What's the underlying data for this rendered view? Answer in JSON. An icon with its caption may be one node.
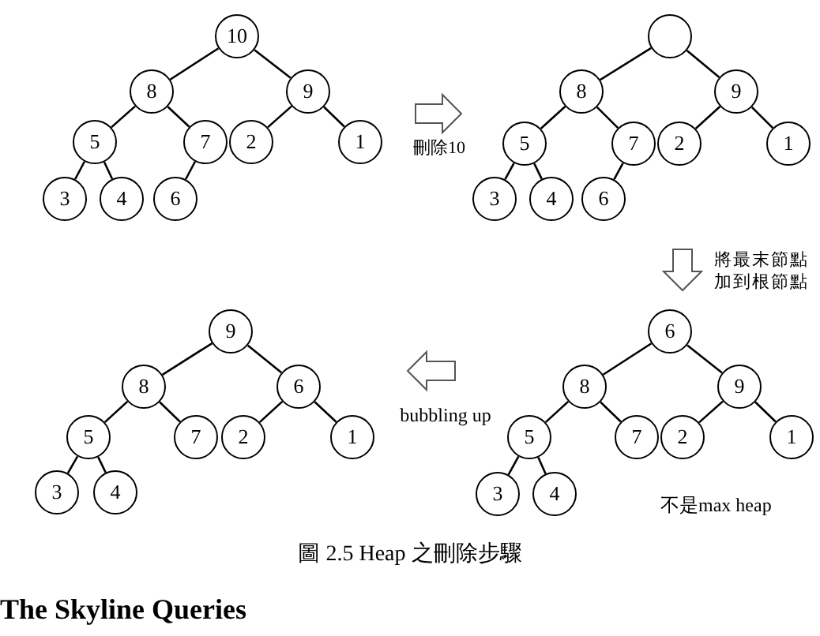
{
  "diagram": {
    "caption": "圖 2.5 Heap 之刪除步驟",
    "nodes": [
      {
        "text": [],
        "shape": "picture"
      },
      {
        "text": [
          "10"
        ],
        "in": 0
      },
      {
        "text": [
          "8"
        ],
        "in": 0
      },
      {
        "text": [
          "9"
        ],
        "in": 0
      },
      {
        "text": [
          "5"
        ],
        "in": 0
      },
      {
        "text": [
          "7"
        ],
        "in": 0
      },
      {
        "text": [
          "2"
        ],
        "in": 0
      },
      {
        "text": [
          "1"
        ],
        "in": 0
      },
      {
        "text": [
          "3"
        ],
        "in": 0
      },
      {
        "text": [
          "4"
        ],
        "in": 0
      },
      {
        "text": [
          "6"
        ],
        "in": 0
      },
      {
        "text": [],
        "shape": "picture"
      },
      {
        "text": [],
        "shape": "circle",
        "in": 11
      },
      {
        "text": [
          "8"
        ],
        "in": 11
      },
      {
        "text": [
          "9"
        ],
        "in": 11
      },
      {
        "text": [
          "5"
        ],
        "in": 11
      },
      {
        "text": [
          "7"
        ],
        "in": 11
      },
      {
        "text": [
          "2"
        ],
        "in": 11
      },
      {
        "text": [
          "1"
        ],
        "in": 11
      },
      {
        "text": [
          "3"
        ],
        "in": 11
      },
      {
        "text": [
          "4"
        ],
        "in": 11
      },
      {
        "text": [
          "6"
        ],
        "in": 11
      },
      {
        "text": [],
        "shape": "picture"
      },
      {
        "text": [
          "9"
        ],
        "in": 22
      },
      {
        "text": [
          "8"
        ],
        "in": 22
      },
      {
        "text": [
          "6"
        ],
        "in": 22
      },
      {
        "text": [
          "5"
        ],
        "in": 22
      },
      {
        "text": [
          "7"
        ],
        "in": 22
      },
      {
        "text": [
          "2"
        ],
        "in": 22
      },
      {
        "text": [
          "1"
        ],
        "in": 22
      },
      {
        "text": [
          "3"
        ],
        "in": 22
      },
      {
        "text": [
          "4"
        ],
        "in": 22
      },
      {
        "text": [],
        "shape": "picture",
        "beside": [
          "不是max heap"
        ]
      },
      {
        "text": [
          "6"
        ],
        "in": 32
      },
      {
        "text": [
          "8"
        ],
        "in": 32
      },
      {
        "text": [
          "9"
        ],
        "in": 32
      },
      {
        "text": [
          "5"
        ],
        "in": 32
      },
      {
        "text": [
          "7"
        ],
        "in": 32
      },
      {
        "text": [
          "2"
        ],
        "in": 32
      },
      {
        "text": [
          "1"
        ],
        "in": 32
      },
      {
        "text": [
          "3"
        ],
        "in": 32
      },
      {
        "text": [
          "4"
        ],
        "in": 32
      }
    ],
    "edges": [
      {
        "from": 1,
        "to": 2,
        "arrow": "none"
      },
      {
        "from": 1,
        "to": 3,
        "arrow": "none"
      },
      {
        "from": 2,
        "to": 4,
        "arrow": "none"
      },
      {
        "from": 2,
        "to": 5,
        "arrow": "none"
      },
      {
        "from": 3,
        "to": 6,
        "arrow": "none"
      },
      {
        "from": 3,
        "to": 7,
        "arrow": "none"
      },
      {
        "from": 4,
        "to": 8,
        "arrow": "none"
      },
      {
        "from": 4,
        "to": 9,
        "arrow": "none"
      },
      {
        "from": 5,
        "to": 10,
        "arrow": "none"
      },
      {
        "from": 12,
        "to": 13,
        "arrow": "none"
      },
      {
        "from": 12,
        "to": 14,
        "arrow": "none"
      },
      {
        "from": 13,
        "to": 15,
        "arrow": "none"
      },
      {
        "from": 13,
        "to": 16,
        "arrow": "none"
      },
      {
        "from": 14,
        "to": 17,
        "arrow": "none"
      },
      {
        "from": 14,
        "to": 18,
        "arrow": "none"
      },
      {
        "from": 15,
        "to": 19,
        "arrow": "none"
      },
      {
        "from": 15,
        "to": 20,
        "arrow": "none"
      },
      {
        "from": 16,
        "to": 21,
        "arrow": "none"
      },
      {
        "from": 23,
        "to": 24,
        "arrow": "none"
      },
      {
        "from": 23,
        "to": 25,
        "arrow": "none"
      },
      {
        "from": 24,
        "to": 26,
        "arrow": "none"
      },
      {
        "from": 24,
        "to": 27,
        "arrow": "none"
      },
      {
        "from": 25,
        "to": 28,
        "arrow": "none"
      },
      {
        "from": 25,
        "to": 29,
        "arrow": "none"
      },
      {
        "from": 26,
        "to": 30,
        "arrow": "none"
      },
      {
        "from": 26,
        "to": 31,
        "arrow": "none"
      },
      {
        "from": 33,
        "to": 34,
        "arrow": "none"
      },
      {
        "from": 33,
        "to": 35,
        "arrow": "none"
      },
      {
        "from": 34,
        "to": 36,
        "arrow": "none"
      },
      {
        "from": 34,
        "to": 37,
        "arrow": "none"
      },
      {
        "from": 35,
        "to": 38,
        "arrow": "none"
      },
      {
        "from": 35,
        "to": 39,
        "arrow": "none"
      },
      {
        "from": 36,
        "to": 40,
        "arrow": "none"
      },
      {
        "from": 36,
        "to": 41,
        "arrow": "none"
      },
      {
        "from": 0,
        "to": 11,
        "arrow": "to",
        "label": "刪除10"
      },
      {
        "from": 11,
        "to": 32,
        "arrow": "to",
        "label": "將最末節點加到根節點"
      },
      {
        "from": 32,
        "to": 22,
        "arrow": "to",
        "label": "bubbling up"
      }
    ],
    "labels": [
      "The Skyline Queries"
    ]
  }
}
